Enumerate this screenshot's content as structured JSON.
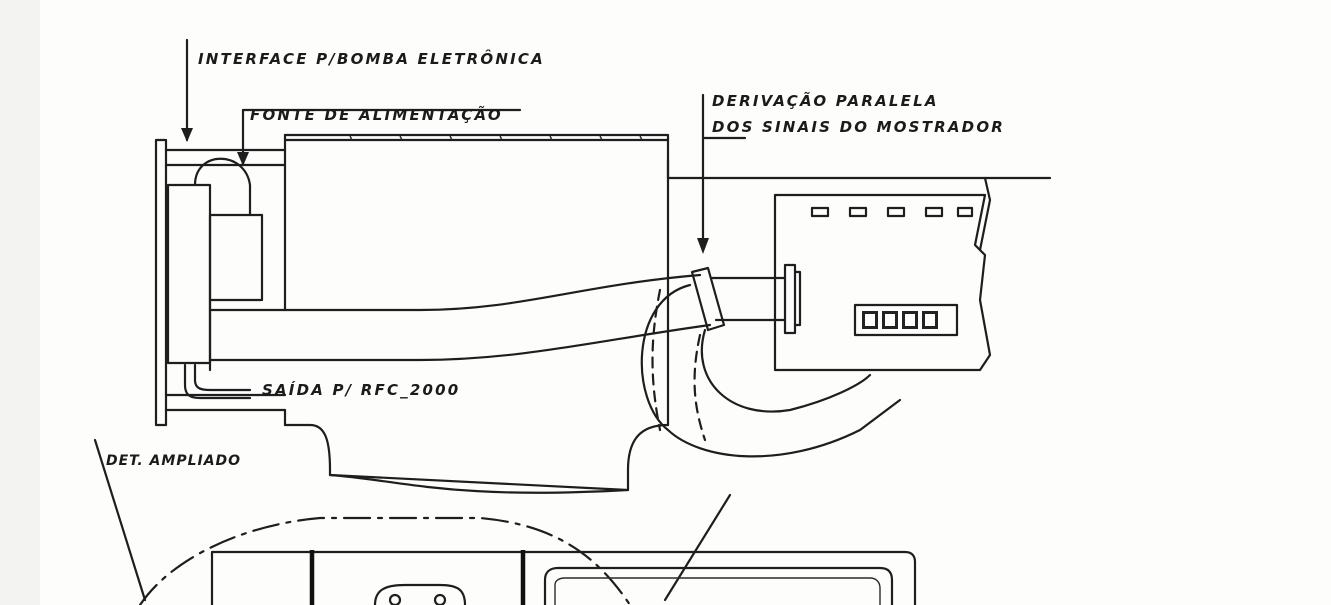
{
  "labels": {
    "interface": "INTERFACE P/BOMBA ELETRÔNICA",
    "fonte": "FONTE DE ALIMENTAÇÃO",
    "derivacao_1": "DERIVAÇÃO PARALELA",
    "derivacao_2": "DOS SINAIS DO MOSTRADOR",
    "saida": "SAÍDA P/ RFC_2000",
    "detalhe": "DET. AMPLIADO"
  }
}
